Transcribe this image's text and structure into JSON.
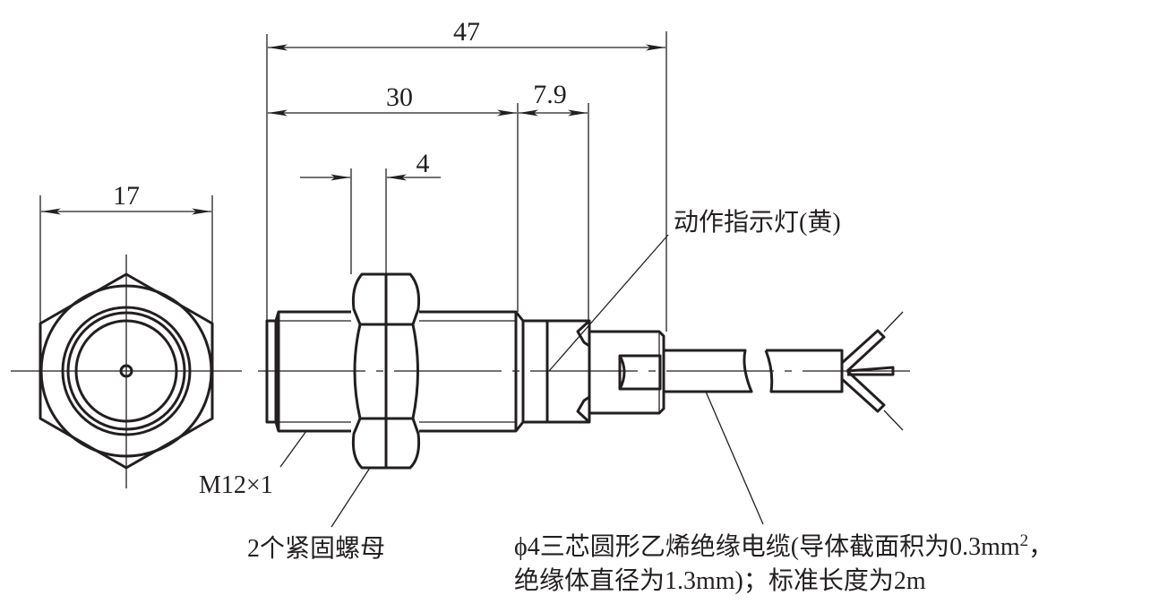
{
  "drawing": {
    "title": "Proximity sensor dimensional drawing",
    "line_color": "#231f20",
    "background": "#ffffff"
  },
  "dimensions": {
    "hex_width": "17",
    "overall_length": "47",
    "thread_length": "30",
    "head_length": "7.9",
    "nut_thickness": "4"
  },
  "labels": {
    "thread_spec": "M12×1",
    "nuts": "2个紧固螺母",
    "indicator": "动作指示灯(黄)",
    "cable_line1_prefix": "ϕ4三芯圆形乙烯绝缘电缆(导体截面积为0.3mm",
    "cable_line1_sup": "2",
    "cable_line1_suffix": "，",
    "cable_line2": "绝缘体直径为1.3mm)；标准长度为2m"
  }
}
